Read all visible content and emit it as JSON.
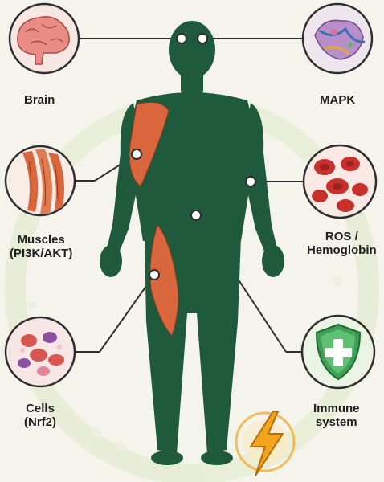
{
  "labels": {
    "brain": "Brain",
    "mapk": "MAPK",
    "muscles": [
      "Muscles",
      "(PI3K/AKT)"
    ],
    "ros": [
      "ROS /",
      "Hemoglobin"
    ],
    "cells": [
      "Cells",
      "(Nrf2)"
    ],
    "immune": [
      "Immune",
      "system"
    ]
  },
  "icons": {
    "brain": "brain-icon",
    "mapk": "protein-network-icon",
    "muscles": "muscle-fibers-icon",
    "ros": "red-blood-cells-icon",
    "cells": "cells-icon",
    "immune": "shield-plus-icon",
    "energy": "lightning-bolt-icon"
  },
  "colors": {
    "body": "#1f5a3c",
    "muscle": "#d9663d",
    "connector": "#2e2e2e",
    "shield": "#3f9f55",
    "bolt": "#f2a51c",
    "blood": "#c8302b"
  }
}
